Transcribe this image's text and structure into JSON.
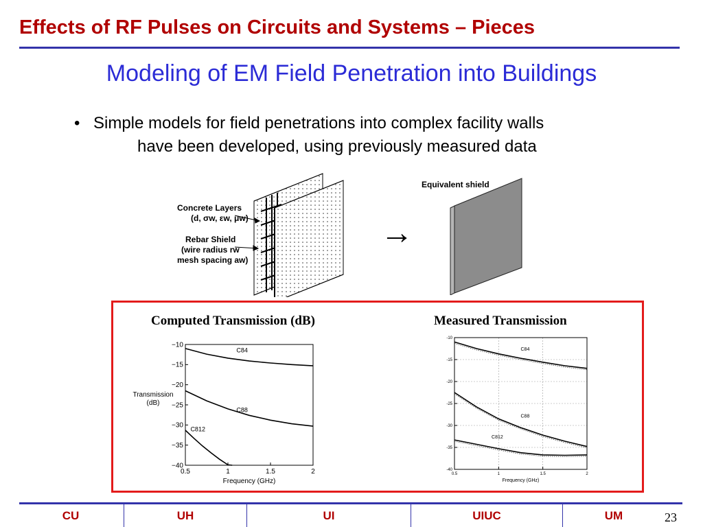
{
  "header": {
    "title": "Effects of RF Pulses on Circuits and Systems – Pieces"
  },
  "slide": {
    "subtitle": "Modeling of EM Field Penetration into Buildings",
    "bullet_marker": "•",
    "bullet_line1": "Simple models for field penetrations into complex facility walls",
    "bullet_line2": "have been developed, using previously measured data"
  },
  "diagram": {
    "concrete_label": "Concrete Layers",
    "concrete_params": "(d, σw, εw, μw)",
    "rebar_label": "Rebar Shield",
    "rebar_line2": "(wire radius  rw",
    "rebar_line3": "mesh spacing  aw)",
    "equivalent_label": "Equivalent shield",
    "arrow": "→"
  },
  "charts": {
    "computed_title": "Computed Transmission (dB)",
    "measured_title": "Measured Transmission"
  },
  "chart_data": [
    {
      "type": "line",
      "title": "Computed Transmission (dB)",
      "xlabel": "Frequency (GHz)",
      "ylabel": "Transmission (dB)",
      "xlim": [
        0.5,
        2
      ],
      "ylim": [
        -40,
        -10
      ],
      "x_ticks": [
        "0.5",
        "1",
        "1.5",
        "2"
      ],
      "y_ticks": [
        "−10",
        "−15",
        "−20",
        "−25",
        "−30",
        "−35",
        "−40"
      ],
      "grid": false,
      "series": [
        {
          "name": "C84",
          "x": [
            0.5,
            0.75,
            1.0,
            1.25,
            1.5,
            1.75,
            2.0
          ],
          "y": [
            -11.0,
            -12.4,
            -13.4,
            -14.1,
            -14.6,
            -15.0,
            -15.3
          ]
        },
        {
          "name": "C88",
          "x": [
            0.5,
            0.75,
            1.0,
            1.25,
            1.5,
            1.75,
            2.0
          ],
          "y": [
            -21.5,
            -24.0,
            -26.0,
            -27.6,
            -28.8,
            -29.7,
            -30.3
          ]
        },
        {
          "name": "C812",
          "x": [
            0.5,
            0.6,
            0.7,
            0.8,
            0.9,
            1.0,
            1.05
          ],
          "y": [
            -31.3,
            -33.3,
            -35.2,
            -36.9,
            -38.5,
            -39.9,
            -40.0
          ]
        }
      ]
    },
    {
      "type": "line",
      "title": "Measured Transmission",
      "xlabel": "Frequency   (GHz)",
      "ylabel": "",
      "xlim": [
        0.5,
        2
      ],
      "ylim": [
        -40,
        -10
      ],
      "x_ticks": [
        "0.5",
        "1",
        "1.5",
        "2"
      ],
      "y_ticks": [
        "-10",
        "-15",
        "-20",
        "-25",
        "-30",
        "-35",
        "-40"
      ],
      "grid": true,
      "series": [
        {
          "name": "C84",
          "x": [
            0.5,
            0.75,
            1.0,
            1.25,
            1.5,
            1.75,
            2.0
          ],
          "y": [
            -11.0,
            -12.5,
            -13.7,
            -14.7,
            -15.6,
            -16.4,
            -17.0
          ]
        },
        {
          "name": "C88",
          "x": [
            0.5,
            0.75,
            1.0,
            1.25,
            1.5,
            1.75,
            2.0
          ],
          "y": [
            -22.5,
            -25.8,
            -28.5,
            -30.5,
            -32.2,
            -33.6,
            -34.8
          ]
        },
        {
          "name": "C812",
          "x": [
            0.5,
            0.75,
            1.0,
            1.25,
            1.5,
            1.75,
            2.0
          ],
          "y": [
            -33.3,
            -34.3,
            -35.3,
            -36.2,
            -36.7,
            -36.8,
            -36.7
          ]
        }
      ]
    }
  ],
  "footer": {
    "items": [
      "CU",
      "UH",
      "UI",
      "UIUC",
      "UM"
    ],
    "page_number": "23"
  },
  "colors": {
    "title_red": "#b00000",
    "subtitle_blue": "#2b2bd6",
    "rule_blue": "#3333aa",
    "box_red": "#e31b1b"
  }
}
